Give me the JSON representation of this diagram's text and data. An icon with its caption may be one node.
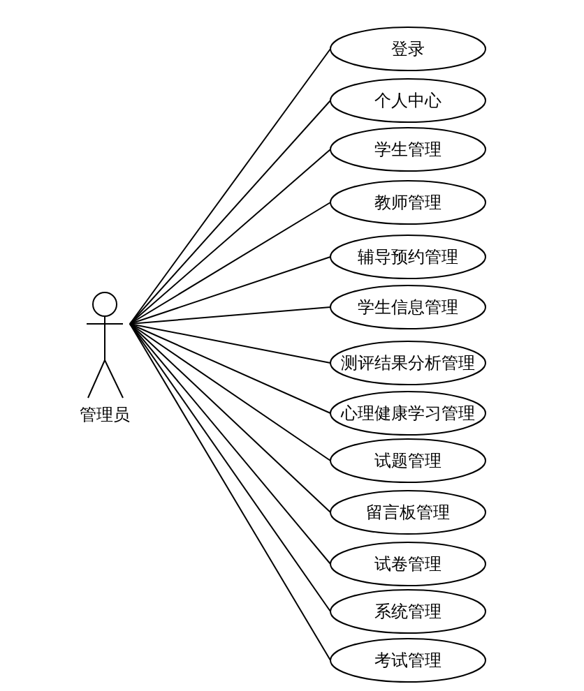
{
  "diagram": {
    "nodes": [
      {
        "text": [
          "管理员"
        ]
      },
      {
        "text": [
          "登录"
        ]
      },
      {
        "text": [
          "个人中心"
        ]
      },
      {
        "text": [
          "学生管理"
        ]
      },
      {
        "text": [
          "教师管理"
        ]
      },
      {
        "text": [
          "辅导预约管理"
        ]
      },
      {
        "text": [
          "学生信息管理"
        ]
      },
      {
        "text": [
          "测评结果分析管理"
        ]
      },
      {
        "text": [
          "心理健康学习管理"
        ]
      },
      {
        "text": [
          "试题管理"
        ]
      },
      {
        "text": [
          "留言板管理"
        ]
      },
      {
        "text": [
          "试卷管理"
        ]
      },
      {
        "text": [
          "系统管理"
        ]
      },
      {
        "text": [
          "考试管理"
        ]
      }
    ],
    "edges": [
      {
        "from": 0,
        "to": 1,
        "arrow": "none"
      },
      {
        "from": 0,
        "to": 2,
        "arrow": "none"
      },
      {
        "from": 0,
        "to": 3,
        "arrow": "none"
      },
      {
        "from": 0,
        "to": 4,
        "arrow": "none"
      },
      {
        "from": 0,
        "to": 5,
        "arrow": "none"
      },
      {
        "from": 0,
        "to": 6,
        "arrow": "none"
      },
      {
        "from": 0,
        "to": 7,
        "arrow": "none"
      },
      {
        "from": 0,
        "to": 8,
        "arrow": "none"
      },
      {
        "from": 0,
        "to": 9,
        "arrow": "none"
      },
      {
        "from": 0,
        "to": 10,
        "arrow": "none"
      },
      {
        "from": 0,
        "to": 11,
        "arrow": "none"
      },
      {
        "from": 0,
        "to": 12,
        "arrow": "none"
      },
      {
        "from": 0,
        "to": 13,
        "arrow": "none"
      }
    ]
  }
}
